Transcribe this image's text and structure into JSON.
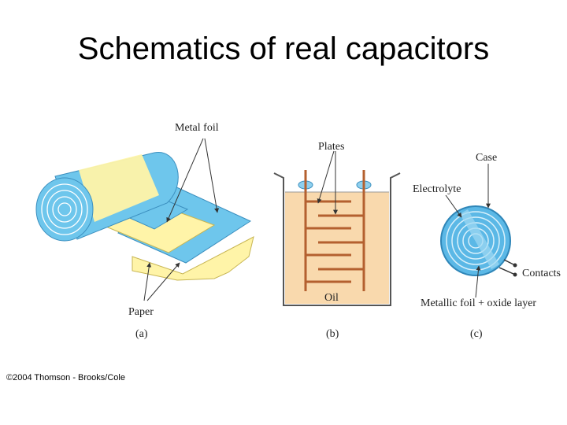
{
  "title": "Schematics of real capacitors",
  "panels": {
    "a": {
      "caption": "(a)",
      "label_metal_foil": "Metal foil",
      "label_paper": "Paper"
    },
    "b": {
      "caption": "(b)",
      "label_plates": "Plates",
      "label_oil": "Oil"
    },
    "c": {
      "caption": "(c)",
      "label_case": "Case",
      "label_electrolyte": "Electrolyte",
      "label_contacts": "Contacts",
      "label_foil": "Metallic foil + oxide layer"
    }
  },
  "copyright": "©2004 Thomson - Brooks/Cole",
  "colors": {
    "foil": "#6ec6ec",
    "paper": "#fff4a8",
    "oil": "#f9d9ad",
    "plate": "#b4602f",
    "case": "#5bb8e6"
  }
}
